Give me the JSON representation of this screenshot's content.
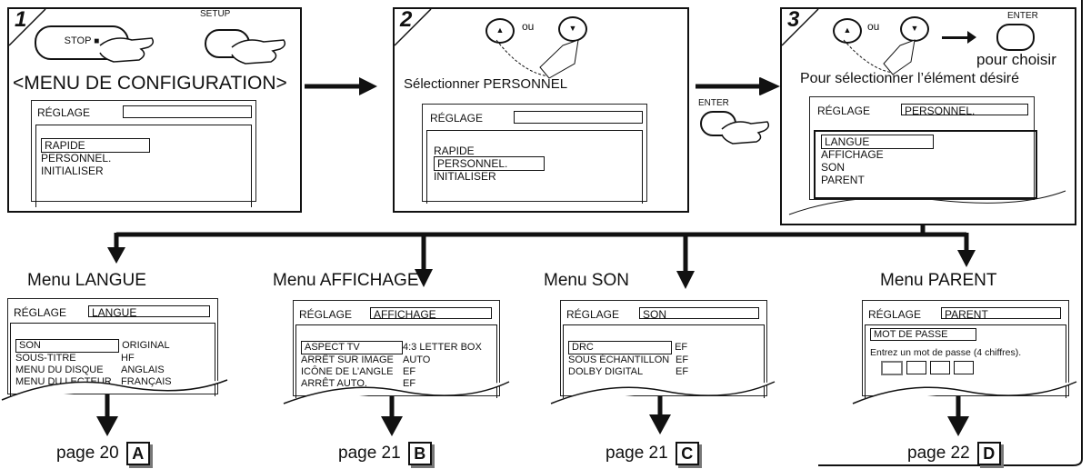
{
  "steps": [
    "1",
    "2",
    "3"
  ],
  "step1": {
    "stop_label": "STOP",
    "setup_label": "SETUP",
    "title": "<MENU DE CONFIGURATION>",
    "reglage": "RÉGLAGE",
    "items": [
      "RAPIDE",
      "PERSONNEL.",
      "INITIALISER"
    ]
  },
  "step2": {
    "ou": "ou",
    "title": "Sélectionner PERSONNEL",
    "reglage": "RÉGLAGE",
    "items": [
      "RAPIDE",
      "PERSONNEL.",
      "INITIALISER"
    ]
  },
  "enter_mid": "ENTER",
  "step3": {
    "ou": "ou",
    "enter": "ENTER",
    "pour_choisir": "pour choisir",
    "title": "Pour sélectionner l’élément désiré",
    "reglage": "RÉGLAGE",
    "reglage_value": "PERSONNEL.",
    "items": [
      "LANGUE",
      "AFFICHAGE",
      "SON",
      "PARENT"
    ]
  },
  "menus": [
    {
      "title": "Menu LANGUE",
      "reglage": "RÉGLAGE",
      "value": "LANGUE",
      "rows": [
        [
          "SON",
          "ORIGINAL"
        ],
        [
          "SOUS-TITRE",
          "HF"
        ],
        [
          "MENU DU DISQUE",
          "ANGLAIS"
        ],
        [
          "MENU DU LECTEUR",
          "FRANÇAIS"
        ]
      ],
      "page": "page 20",
      "badge": "A"
    },
    {
      "title": "Menu AFFICHAGE",
      "reglage": "RÉGLAGE",
      "value": "AFFICHAGE",
      "rows": [
        [
          "ASPECT TV",
          "4:3 LETTER BOX"
        ],
        [
          "ARRÊT SUR IMAGE",
          "AUTO"
        ],
        [
          "ICÔNE DE L’ANGLE",
          "EF"
        ],
        [
          "ARRÊT AUTO.",
          "EF"
        ]
      ],
      "page": "page 21",
      "badge": "B"
    },
    {
      "title": "Menu SON",
      "reglage": "RÉGLAGE",
      "value": "SON",
      "rows": [
        [
          "DRC",
          "EF"
        ],
        [
          "SOUS ÉCHANTILLON",
          "EF"
        ],
        [
          "DOLBY DIGITAL",
          "EF"
        ]
      ],
      "page": "page 21",
      "badge": "C"
    },
    {
      "title": "Menu PARENT",
      "reglage": "RÉGLAGE",
      "value": "PARENT",
      "password_label": "MOT DE PASSE",
      "prompt": "Entrez un mot de passe (4 chiffres).",
      "page": "page 22",
      "badge": "D"
    }
  ]
}
